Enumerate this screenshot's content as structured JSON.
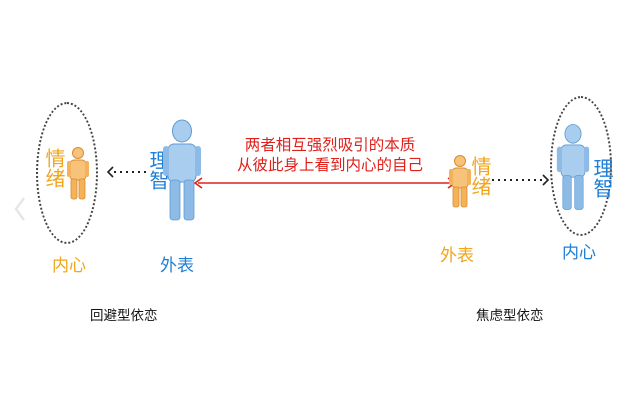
{
  "center_text": {
    "line1": "两者相互强烈吸引的本质",
    "line2": "从彼此身上看到内心的自己"
  },
  "left_group": {
    "inner_label": "情绪",
    "rational_label": "理智",
    "outer_label": "外表",
    "heart_label": "内心",
    "caption": "回避型依恋"
  },
  "right_group": {
    "inner_label": "情绪",
    "rational_label": "理智",
    "outer_label": "外表",
    "heart_label": "内心",
    "caption": "焦虑型依恋"
  },
  "colors": {
    "orange": "#f2a51a",
    "blue": "#1e7fd6",
    "red": "#e0201b",
    "figure_blue": "#a9cdee",
    "figure_orange": "#f7c27a"
  }
}
